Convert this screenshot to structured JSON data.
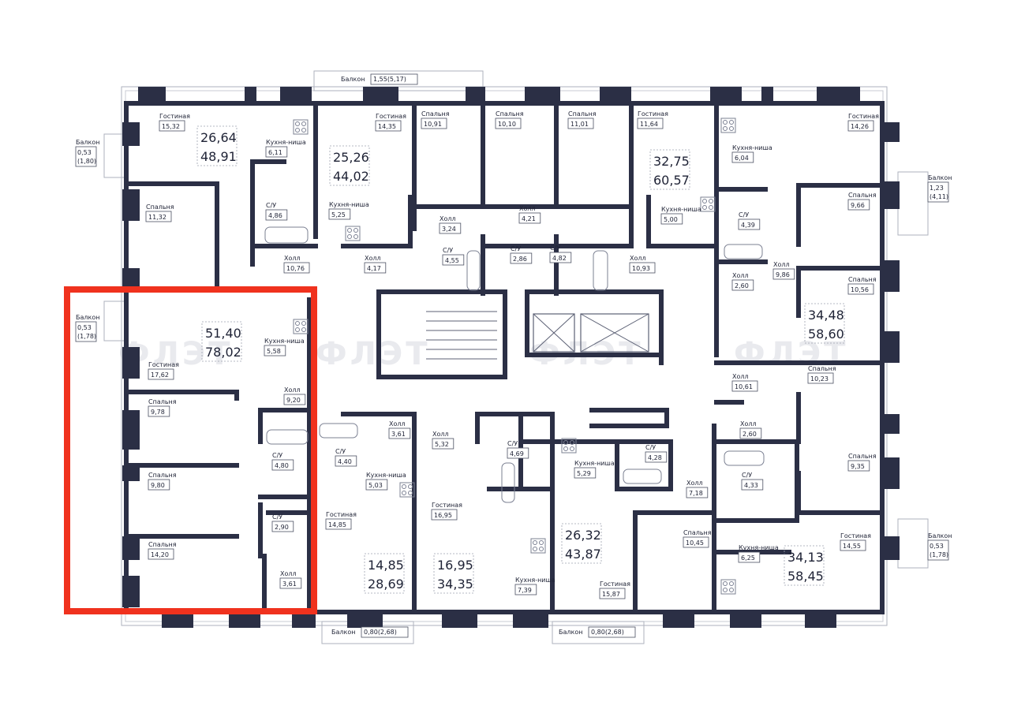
{
  "watermark": "ФЛЭТ",
  "colors": {
    "wall": "#2b2f45",
    "highlight": "#f0321e",
    "text": "#1e2235"
  },
  "rooms": [
    {
      "id": "r1",
      "label": "Гостиная",
      "value": "15,32"
    },
    {
      "id": "r2",
      "label": "Кухня-ниша",
      "value": "6,11"
    },
    {
      "id": "r3",
      "label": "С/У",
      "value": "4,86"
    },
    {
      "id": "r4",
      "label": "Спальня",
      "value": "11,32"
    },
    {
      "id": "r5",
      "label": "Холл",
      "value": "10,76"
    },
    {
      "id": "r6",
      "label": "Гостиная",
      "value": "14,35"
    },
    {
      "id": "r7",
      "label": "Кухня-ниша",
      "value": "5,25"
    },
    {
      "id": "r8",
      "label": "Спальня",
      "value": "10,91"
    },
    {
      "id": "r9",
      "label": "Холл",
      "value": "3,24"
    },
    {
      "id": "r10",
      "label": "Холл",
      "value": "4,17"
    },
    {
      "id": "r11",
      "label": "С/У",
      "value": "4,55"
    },
    {
      "id": "r12",
      "label": "Спальня",
      "value": "10,10"
    },
    {
      "id": "r13",
      "label": "Холл",
      "value": "4,21"
    },
    {
      "id": "r14",
      "label": "С/У",
      "value": "2,86"
    },
    {
      "id": "r15",
      "label": "Спальня",
      "value": "11,01"
    },
    {
      "id": "r16",
      "label": "С/У",
      "value": "4,82"
    },
    {
      "id": "r17",
      "label": "Гостиная",
      "value": "11,64"
    },
    {
      "id": "r18",
      "label": "Кухня-ниша",
      "value": "5,00"
    },
    {
      "id": "r19",
      "label": "Холл",
      "value": "10,93"
    },
    {
      "id": "r20",
      "label": "Кухня-ниша",
      "value": "6,04"
    },
    {
      "id": "r21",
      "label": "Гостиная",
      "value": "14,26"
    },
    {
      "id": "r22",
      "label": "С/У",
      "value": "4,39"
    },
    {
      "id": "r23",
      "label": "Спальня",
      "value": "9,66"
    },
    {
      "id": "r24",
      "label": "Холл",
      "value": "9,86"
    },
    {
      "id": "r25",
      "label": "Холл",
      "value": "2,60"
    },
    {
      "id": "r26",
      "label": "Спальня",
      "value": "10,56"
    },
    {
      "id": "r27",
      "label": "Кухня-ниша",
      "value": "5,58"
    },
    {
      "id": "r28",
      "label": "Гостиная",
      "value": "17,62"
    },
    {
      "id": "r29",
      "label": "Холл",
      "value": "9,20"
    },
    {
      "id": "r30",
      "label": "Спальня",
      "value": "9,78"
    },
    {
      "id": "r31",
      "label": "С/У",
      "value": "4,80"
    },
    {
      "id": "r32",
      "label": "Спальня",
      "value": "9,80"
    },
    {
      "id": "r33",
      "label": "С/У",
      "value": "2,90"
    },
    {
      "id": "r34",
      "label": "Спальня",
      "value": "14,20"
    },
    {
      "id": "r35",
      "label": "Холл",
      "value": "3,61"
    },
    {
      "id": "r36",
      "label": "Холл",
      "value": "3,61"
    },
    {
      "id": "r37",
      "label": "С/У",
      "value": "4,40"
    },
    {
      "id": "r38",
      "label": "Кухня-ниша",
      "value": "5,03"
    },
    {
      "id": "r39",
      "label": "Гостиная",
      "value": "14,85"
    },
    {
      "id": "r40",
      "label": "Холл",
      "value": "5,32"
    },
    {
      "id": "r41",
      "label": "С/У",
      "value": "4,69"
    },
    {
      "id": "r42",
      "label": "Гостиная",
      "value": "16,95"
    },
    {
      "id": "r43",
      "label": "Кухня-ниша",
      "value": "7,39"
    },
    {
      "id": "r44",
      "label": "Кухня-ниша",
      "value": "5,29"
    },
    {
      "id": "r45",
      "label": "С/У",
      "value": "4,28"
    },
    {
      "id": "r46",
      "label": "Холл",
      "value": "7,18"
    },
    {
      "id": "r47",
      "label": "Гостиная",
      "value": "15,87"
    },
    {
      "id": "r48",
      "label": "Спальня",
      "value": "10,45"
    },
    {
      "id": "r49",
      "label": "Холл",
      "value": "10,61"
    },
    {
      "id": "r50",
      "label": "Спальня",
      "value": "10,23"
    },
    {
      "id": "r51",
      "label": "Холл",
      "value": "2,60"
    },
    {
      "id": "r52",
      "label": "С/У",
      "value": "4,33"
    },
    {
      "id": "r53",
      "label": "Спальня",
      "value": "9,35"
    },
    {
      "id": "r54",
      "label": "Кухня-ниша",
      "value": "6,25"
    },
    {
      "id": "r55",
      "label": "Гостиная",
      "value": "14,55"
    }
  ],
  "balconies": [
    {
      "id": "b1",
      "label": "Балкон",
      "value": "1,55(5,17)"
    },
    {
      "id": "b2",
      "label": "Балкон",
      "value": "0,53",
      "value2": "(1,80)"
    },
    {
      "id": "b3",
      "label": "Балкон",
      "value": "1,23",
      "value2": "(4,11)"
    },
    {
      "id": "b4",
      "label": "Балкон",
      "value": "0,53",
      "value2": "(1,78)"
    },
    {
      "id": "b5",
      "label": "Балкон",
      "value": "0,53",
      "value2": "(1,78)"
    },
    {
      "id": "b6",
      "label": "Балкон",
      "value": "0,80(2,68)"
    },
    {
      "id": "b7",
      "label": "Балкон",
      "value": "0,80(2,68)"
    }
  ],
  "apartments": [
    {
      "id": "a1",
      "living": "26,64",
      "total": "48,91"
    },
    {
      "id": "a2",
      "living": "25,26",
      "total": "44,02"
    },
    {
      "id": "a3",
      "living": "32,75",
      "total": "60,57"
    },
    {
      "id": "a4",
      "living": "51,40",
      "total": "78,02",
      "highlighted": true
    },
    {
      "id": "a5",
      "living": "34,48",
      "total": "58,60"
    },
    {
      "id": "a6",
      "living": "14,85",
      "total": "28,69"
    },
    {
      "id": "a7",
      "living": "16,95",
      "total": "34,35"
    },
    {
      "id": "a8",
      "living": "26,32",
      "total": "43,87"
    },
    {
      "id": "a9",
      "living": "34,13",
      "total": "58,45"
    }
  ]
}
